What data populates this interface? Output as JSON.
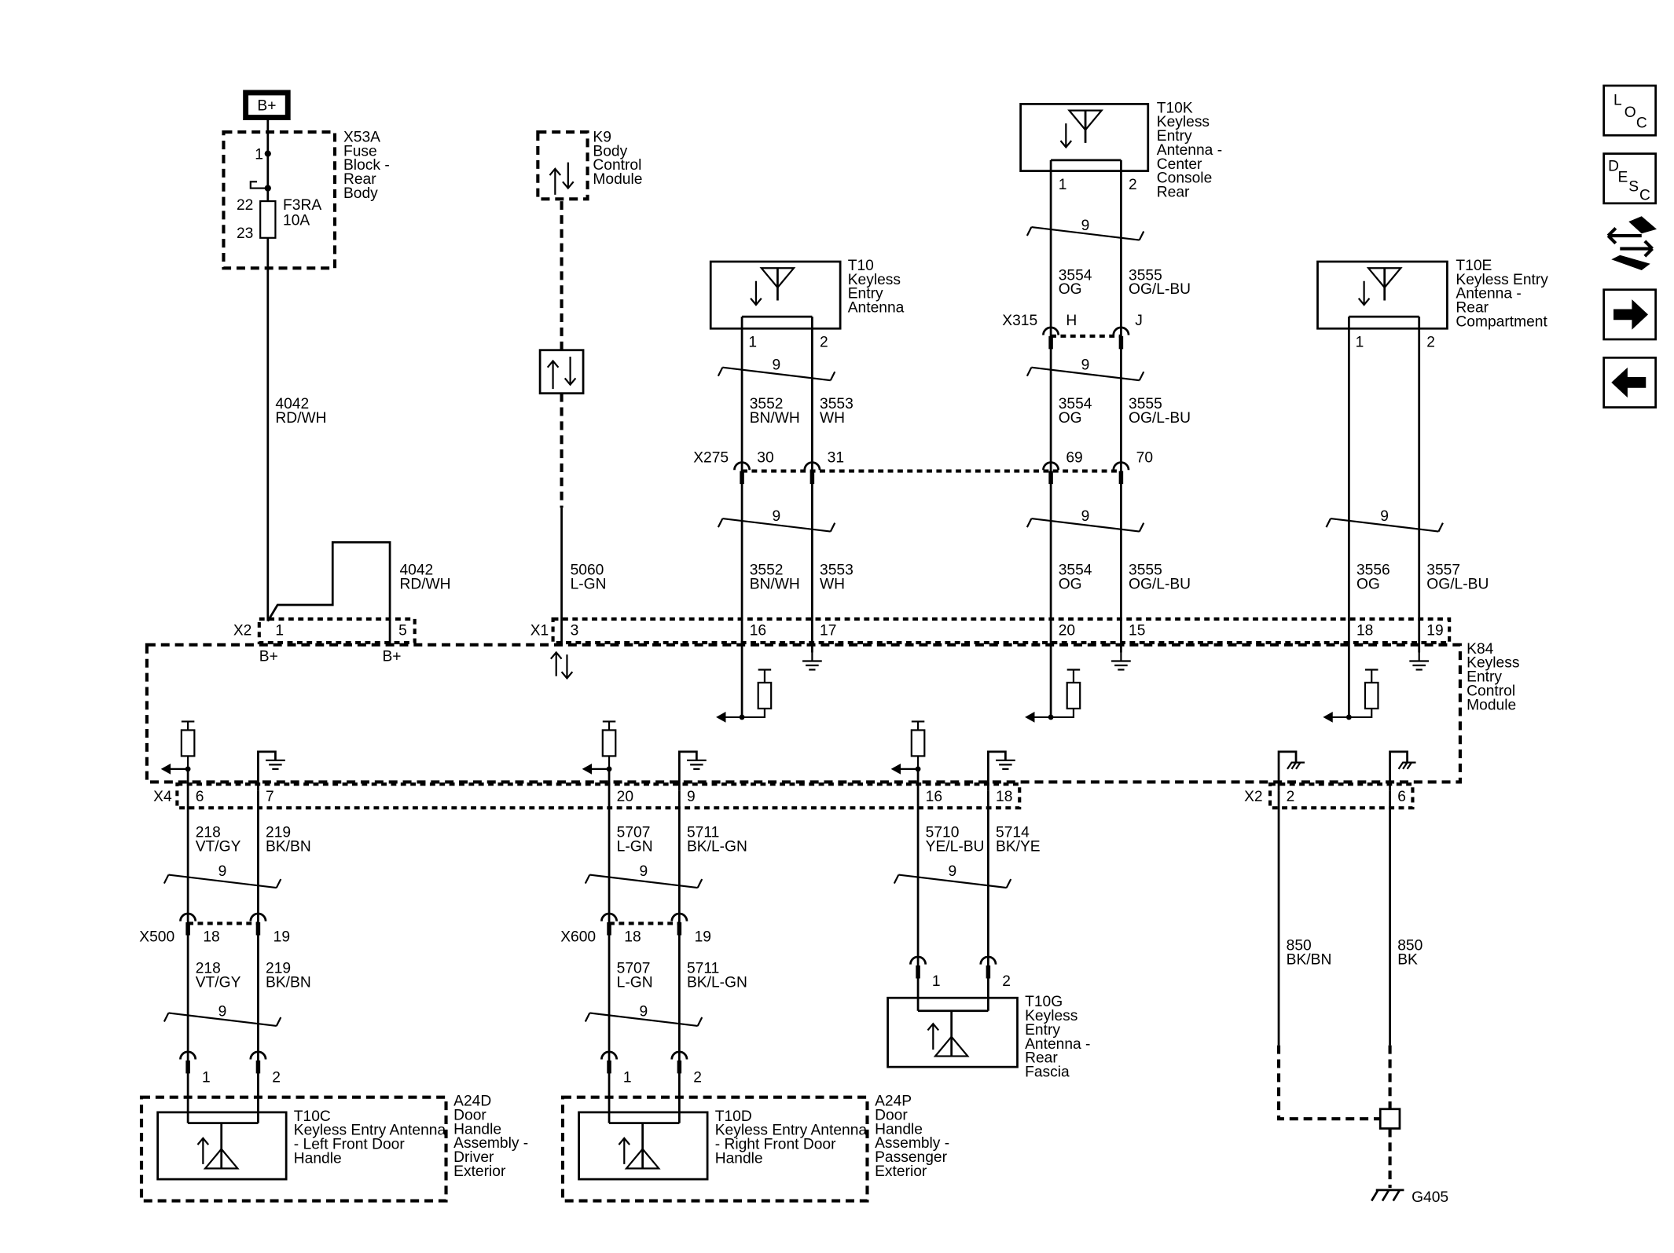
{
  "battery": {
    "label": "B+"
  },
  "fuse_block": {
    "ref": "X53A",
    "name": [
      "Fuse",
      "Block -",
      "Rear",
      "Body"
    ],
    "fuse_ref": "F3RA",
    "fuse_rating": "10A",
    "pins": [
      "1",
      "22",
      "23"
    ]
  },
  "bcm": {
    "ref": "K9",
    "name": [
      "Body",
      "Control",
      "Module"
    ]
  },
  "antenna_t10": {
    "ref": "T10",
    "name": [
      "Keyless",
      "Entry",
      "Antenna"
    ],
    "pins": [
      "1",
      "2"
    ]
  },
  "antenna_t10k": {
    "ref": "T10K",
    "name": [
      "Keyless",
      "Entry",
      "Antenna -",
      "Center",
      "Console",
      "Rear"
    ],
    "pins": [
      "1",
      "2"
    ]
  },
  "antenna_t10e": {
    "ref": "T10E",
    "name": [
      "Keyless Entry",
      "Antenna -",
      "Rear",
      "Compartment"
    ],
    "pins": [
      "1",
      "2"
    ]
  },
  "antenna_t10g": {
    "ref": "T10G",
    "name": [
      "Keyless",
      "Entry",
      "Antenna -",
      "Rear",
      "Fascia"
    ],
    "pins": [
      "1",
      "2"
    ]
  },
  "module_k84": {
    "ref": "K84",
    "name": [
      "Keyless",
      "Entry",
      "Control",
      "Module"
    ]
  },
  "door_driver": {
    "ref": "A24D",
    "name": [
      "Door",
      "Handle",
      "Assembly -",
      "Driver",
      "Exterior"
    ],
    "ant_ref": "T10C",
    "ant_name": [
      "Keyless Entry Antenna",
      "- Left Front Door",
      "Handle"
    ],
    "pins": [
      "1",
      "2"
    ]
  },
  "door_pass": {
    "ref": "A24P",
    "name": [
      "Door",
      "Handle",
      "Assembly -",
      "Passenger",
      "Exterior"
    ],
    "ant_ref": "T10D",
    "ant_name": [
      "Keyless Entry Antenna",
      "- Right Front Door",
      "Handle"
    ],
    "pins": [
      "1",
      "2"
    ]
  },
  "ground": {
    "ref": "G405"
  },
  "connectors": {
    "x2_top": {
      "ref": "X2",
      "pins": [
        "1",
        "5"
      ]
    },
    "x1": {
      "ref": "X1",
      "pins": [
        "3",
        "16",
        "17",
        "20",
        "15",
        "18",
        "19"
      ]
    },
    "x4": {
      "ref": "X4",
      "pins": [
        "6",
        "7",
        "20",
        "9",
        "16",
        "18"
      ]
    },
    "x2_bottom": {
      "ref": "X2",
      "pins": [
        "2",
        "6"
      ]
    },
    "x275": {
      "ref": "X275",
      "pins": [
        "30",
        "31",
        "69",
        "70"
      ]
    },
    "x315": {
      "ref": "X315",
      "pins": [
        "H",
        "J"
      ]
    },
    "x500": {
      "ref": "X500",
      "pins": [
        "18",
        "19"
      ]
    },
    "x600": {
      "ref": "X600",
      "pins": [
        "18",
        "19"
      ]
    }
  },
  "pin_labels": {
    "b_plus": "B+"
  },
  "twist_label": "9",
  "wires": {
    "w4042": {
      "circuit": "4042",
      "color": "RD/WH"
    },
    "w5060": {
      "circuit": "5060",
      "color": "L-GN"
    },
    "w3552": {
      "circuit": "3552",
      "color": "BN/WH"
    },
    "w3553": {
      "circuit": "3553",
      "color": "WH"
    },
    "w3554": {
      "circuit": "3554",
      "color": "OG"
    },
    "w3555": {
      "circuit": "3555",
      "color": "OG/L-BU"
    },
    "w3556": {
      "circuit": "3556",
      "color": "OG"
    },
    "w3557": {
      "circuit": "3557",
      "color": "OG/L-BU"
    },
    "w218": {
      "circuit": "218",
      "color": "VT/GY"
    },
    "w219": {
      "circuit": "219",
      "color": "BK/BN"
    },
    "w5707": {
      "circuit": "5707",
      "color": "L-GN"
    },
    "w5711": {
      "circuit": "5711",
      "color": "BK/L-GN"
    },
    "w5710": {
      "circuit": "5710",
      "color": "YE/L-BU"
    },
    "w5714": {
      "circuit": "5714",
      "color": "BK/YE"
    },
    "w850a": {
      "circuit": "850",
      "color": "BK/BN"
    },
    "w850b": {
      "circuit": "850",
      "color": "BK"
    }
  },
  "nav": {
    "loc": [
      "L",
      "O",
      "C"
    ],
    "desc": [
      "D",
      "E",
      "S",
      "C"
    ],
    "icons": [
      "connector-list-icon",
      "next-arrow-icon",
      "back-arrow-icon"
    ]
  }
}
